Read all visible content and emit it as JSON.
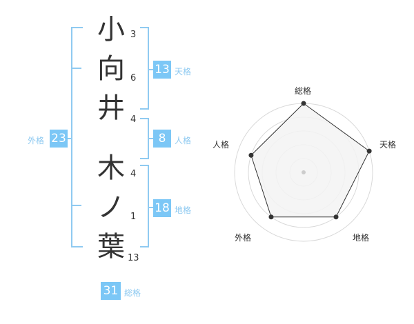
{
  "colors": {
    "bracket": "#8fcaf1",
    "box": "#7cc7f6",
    "label": "#8fcaf1",
    "text": "#333333",
    "radar_fill": "#f3f3f3",
    "radar_ring": "#d9d9d9"
  },
  "name": {
    "characters": [
      {
        "char": "小",
        "strokes": "3"
      },
      {
        "char": "向",
        "strokes": "6"
      },
      {
        "char": "井",
        "strokes": "4"
      },
      {
        "char": "木",
        "strokes": "4"
      },
      {
        "char": "ノ",
        "strokes": "1"
      },
      {
        "char": "葉",
        "strokes": "13"
      }
    ]
  },
  "fortune": {
    "tenkaku": {
      "value": "13",
      "label": "天格"
    },
    "jinkaku": {
      "value": "8",
      "label": "人格"
    },
    "chikaku": {
      "value": "18",
      "label": "地格"
    },
    "gaikaku": {
      "value": "23",
      "label": "外格"
    },
    "soukaku": {
      "value": "31",
      "label": "総格"
    }
  },
  "chart_data": {
    "type": "radar",
    "axes": [
      "総格",
      "天格",
      "地格",
      "外格",
      "人格"
    ],
    "values": [
      5,
      5,
      4,
      4,
      4
    ],
    "max": 5,
    "rings": 5
  }
}
